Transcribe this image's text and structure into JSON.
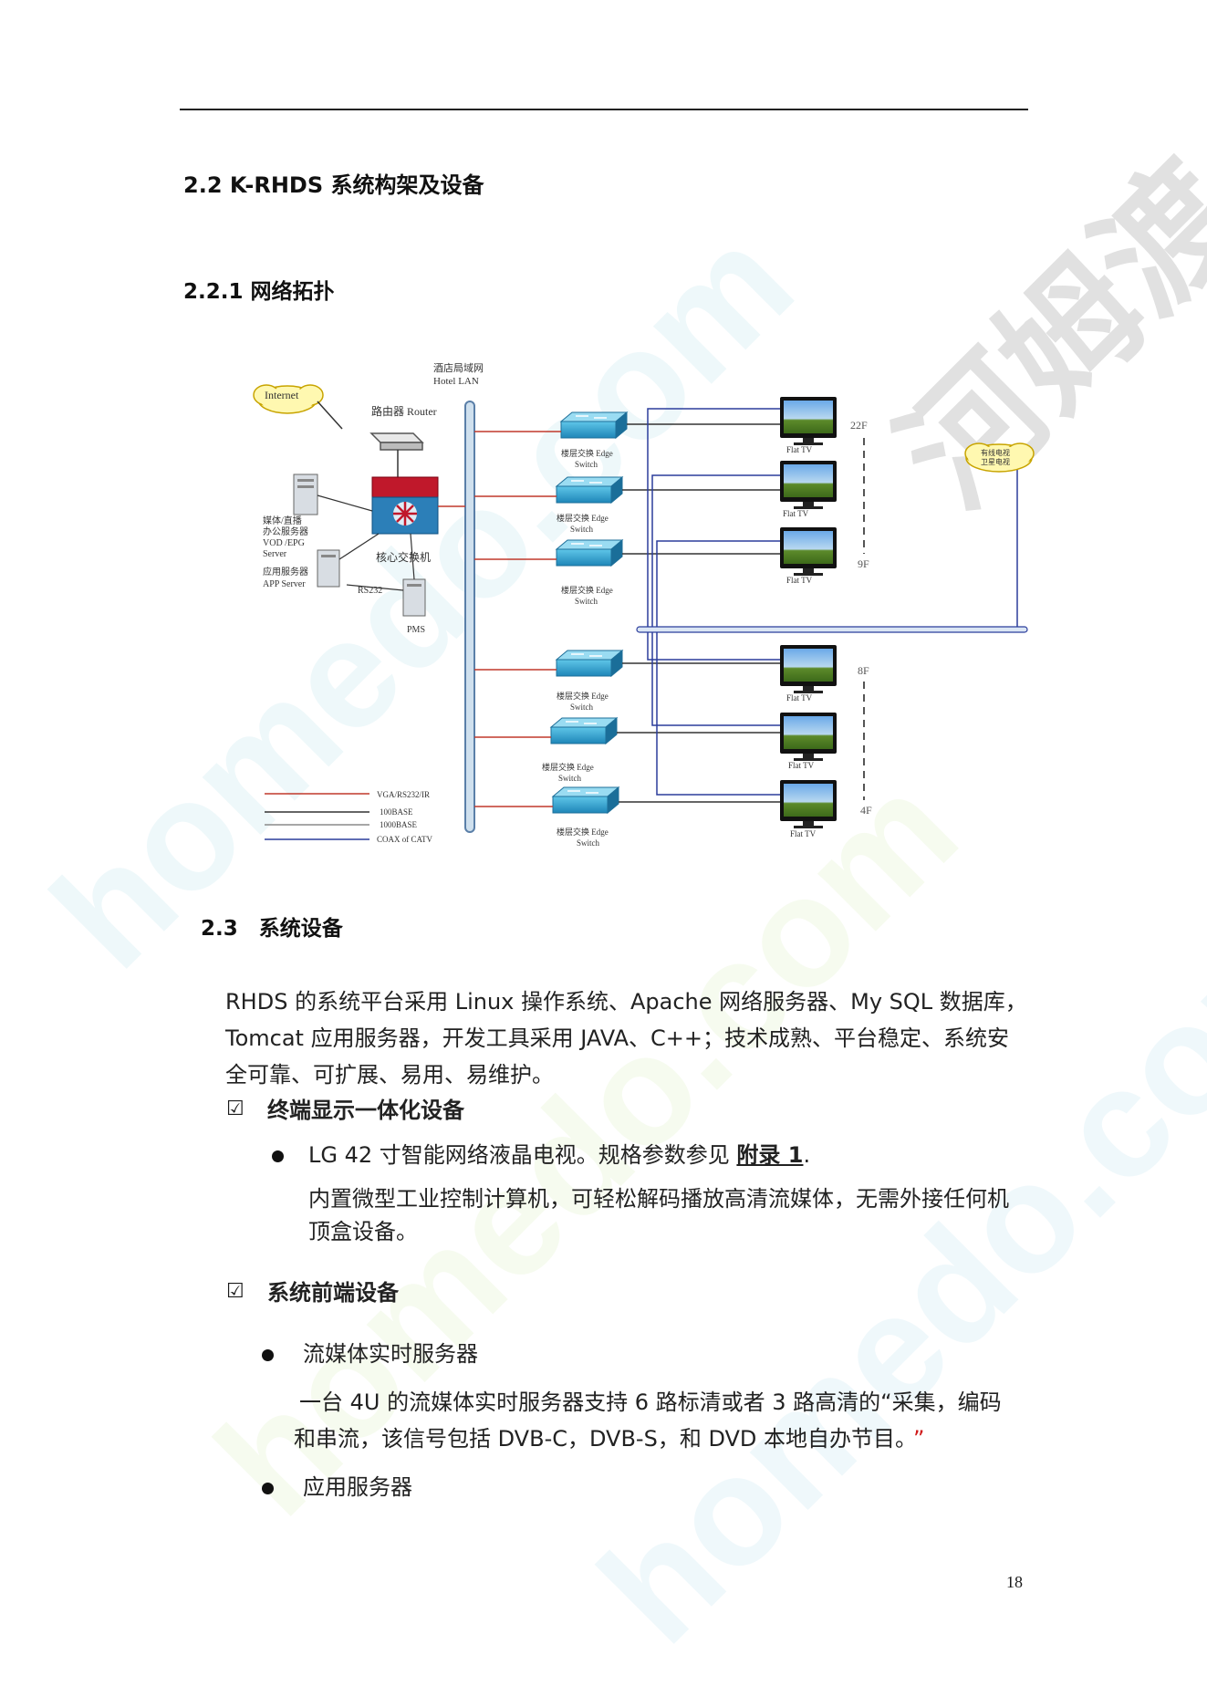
{
  "heading_2_2": "2.2 K-RHDS 系统构架及设备",
  "heading_2_2_1": "2.2.1 网络拓扑",
  "diagram": {
    "lan_label_1": "酒店局域网",
    "lan_label_2": "Hotel LAN",
    "internet": "Internet",
    "router": "路由器 Router",
    "core_switch": "核心交换机",
    "media_server_lines": [
      "媒体/直播",
      "办公服务器",
      "VOD /EPG",
      "Server"
    ],
    "app_server_lines": [
      "应用服务器",
      "APP Server"
    ],
    "rs232": "RS232",
    "pms": "PMS",
    "edge_switch_lines": [
      "楼层交换 Edge",
      "Switch"
    ],
    "tv_label": "Flat TV",
    "satellite_lines": [
      "有线电视",
      "卫星电视"
    ],
    "floors": [
      "22F",
      "9F",
      "8F",
      "4F"
    ],
    "legend": [
      {
        "label": "VGA/RS232/IR",
        "color": "#c0392b"
      },
      {
        "label": "100BASE",
        "color": "#333333"
      },
      {
        "label": "1000BASE",
        "color": "#8a8a8a"
      },
      {
        "label": "COAX of CATV",
        "color": "#2b3d9c"
      }
    ]
  },
  "heading_2_3": "2.3　系统设备",
  "paragraph_lines": [
    "RHDS 的系统平台采用 Linux 操作系统、Apache 网络服务器、My SQL 数据库，",
    "Tomcat 应用服务器，开发工具采用 JAVA、C++；技术成熟、平台稳定、系统安",
    "全可靠、可扩展、易用、易维护。"
  ],
  "check_symbol": "☑",
  "check_1": "终端显示一体化设备",
  "item_lg": "LG 42 寸智能网络液晶电视。规格参数参见 ",
  "item_lg_link": "附录 1",
  "item_lg_end": ".",
  "item_lg_desc": [
    "内置微型工业控制计算机，可轻松解码播放高清流媒体，无需外接任何机",
    "顶盒设备。"
  ],
  "check_2": "系统前端设备",
  "item_stream": "流媒体实时服务器",
  "item_stream_desc": [
    "一台 4U 的流媒体实时服务器支持 6 路标清或者 3 路高清的“采集，编码",
    "和串流，该信号包括 DVB-C，DVB-S，和 DVD 本地自办节目。"
  ],
  "close_quote": "”",
  "item_app": "应用服务器",
  "page_number": "18",
  "watermark_cn": "河姆渡",
  "watermark_en": "homedo.com"
}
